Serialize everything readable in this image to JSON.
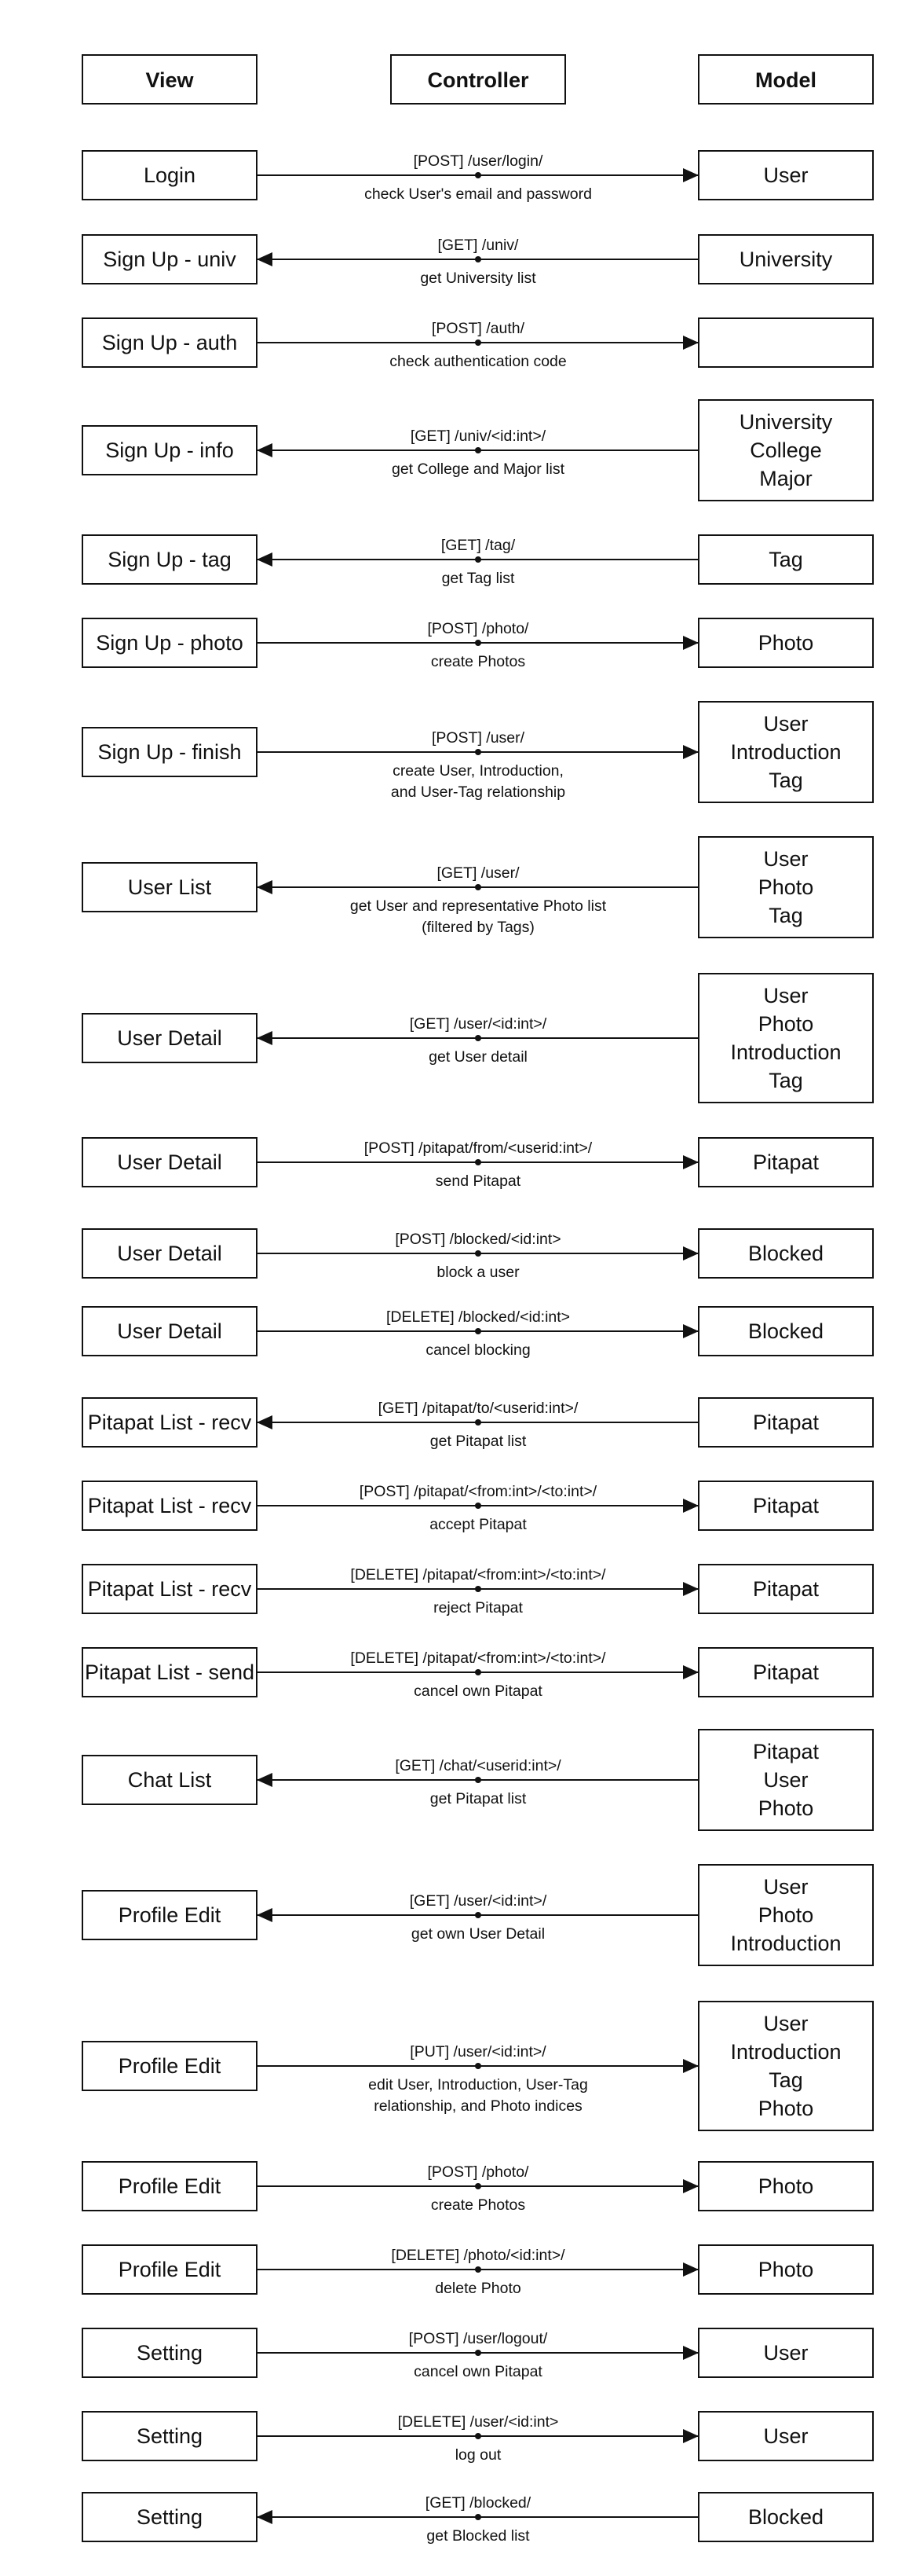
{
  "headers": {
    "view": "View",
    "controller": "Controller",
    "model": "Model"
  },
  "flows": [
    {
      "view": "Login",
      "route": "[POST] /user/login/",
      "desc": [
        "check User's email and password"
      ],
      "dir": "right",
      "model": [
        "User"
      ]
    },
    {
      "view": "Sign Up - univ",
      "route": "[GET] /univ/",
      "desc": [
        "get University list"
      ],
      "dir": "left",
      "model": [
        "University"
      ]
    },
    {
      "view": "Sign Up - auth",
      "route": "[POST] /auth/",
      "desc": [
        "check authentication code"
      ],
      "dir": "right",
      "model": []
    },
    {
      "view": "Sign Up - info",
      "route": "[GET] /univ/<id:int>/",
      "desc": [
        "get College and Major list"
      ],
      "dir": "left",
      "model": [
        "University",
        "College",
        "Major"
      ]
    },
    {
      "view": "Sign Up - tag",
      "route": "[GET] /tag/",
      "desc": [
        "get Tag list"
      ],
      "dir": "left",
      "model": [
        "Tag"
      ]
    },
    {
      "view": "Sign Up - photo",
      "route": "[POST] /photo/",
      "desc": [
        "create Photos"
      ],
      "dir": "right",
      "model": [
        "Photo"
      ]
    },
    {
      "view": "Sign Up - finish",
      "route": "[POST] /user/",
      "desc": [
        "create User, Introduction,",
        "and User-Tag relationship"
      ],
      "dir": "right",
      "model": [
        "User",
        "Introduction",
        "Tag"
      ]
    },
    {
      "view": "User List",
      "route": "[GET] /user/",
      "desc": [
        "get User and representative Photo list",
        "(filtered by Tags)"
      ],
      "dir": "left",
      "model": [
        "User",
        "Photo",
        "Tag"
      ]
    },
    {
      "view": "User Detail",
      "route": "[GET] /user/<id:int>/",
      "desc": [
        "get User detail"
      ],
      "dir": "left",
      "model": [
        "User",
        "Photo",
        "Introduction",
        "Tag"
      ]
    },
    {
      "view": "User Detail",
      "route": "[POST] /pitapat/from/<userid:int>/",
      "desc": [
        "send Pitapat"
      ],
      "dir": "right",
      "model": [
        "Pitapat"
      ]
    },
    {
      "view": "User Detail",
      "route": "[POST] /blocked/<id:int>",
      "desc": [
        "block a user"
      ],
      "dir": "right",
      "model": [
        "Blocked"
      ]
    },
    {
      "view": "User Detail",
      "route": "[DELETE] /blocked/<id:int>",
      "desc": [
        "cancel blocking"
      ],
      "dir": "right",
      "model": [
        "Blocked"
      ]
    },
    {
      "view": "Pitapat List - recv",
      "route": "[GET] /pitapat/to/<userid:int>/",
      "desc": [
        "get Pitapat list"
      ],
      "dir": "left",
      "model": [
        "Pitapat"
      ]
    },
    {
      "view": "Pitapat List - recv",
      "route": "[POST] /pitapat/<from:int>/<to:int>/",
      "desc": [
        "accept Pitapat"
      ],
      "dir": "right",
      "model": [
        "Pitapat"
      ]
    },
    {
      "view": "Pitapat List - recv",
      "route": "[DELETE] /pitapat/<from:int>/<to:int>/",
      "desc": [
        "reject Pitapat"
      ],
      "dir": "right",
      "model": [
        "Pitapat"
      ]
    },
    {
      "view": "Pitapat List - send",
      "route": "[DELETE] /pitapat/<from:int>/<to:int>/",
      "desc": [
        "cancel own Pitapat"
      ],
      "dir": "right",
      "model": [
        "Pitapat"
      ]
    },
    {
      "view": "Chat List",
      "route": "[GET] /chat/<userid:int>/",
      "desc": [
        "get Pitapat list"
      ],
      "dir": "left",
      "model": [
        "Pitapat",
        "User",
        "Photo"
      ]
    },
    {
      "view": "Profile Edit",
      "route": "[GET] /user/<id:int>/",
      "desc": [
        "get own User Detail"
      ],
      "dir": "left",
      "model": [
        "User",
        "Photo",
        "Introduction"
      ]
    },
    {
      "view": "Profile Edit",
      "route": "[PUT] /user/<id:int>/",
      "desc": [
        "edit User, Introduction, User-Tag",
        "relationship, and Photo indices"
      ],
      "dir": "right",
      "model": [
        "User",
        "Introduction",
        "Tag",
        "Photo"
      ]
    },
    {
      "view": "Profile Edit",
      "route": "[POST] /photo/",
      "desc": [
        "create Photos"
      ],
      "dir": "right",
      "model": [
        "Photo"
      ]
    },
    {
      "view": "Profile Edit",
      "route": "[DELETE] /photo/<id:int>/",
      "desc": [
        "delete Photo"
      ],
      "dir": "right",
      "model": [
        "Photo"
      ]
    },
    {
      "view": "Setting",
      "route": "[POST] /user/logout/",
      "desc": [
        "cancel own Pitapat"
      ],
      "dir": "right",
      "model": [
        "User"
      ]
    },
    {
      "view": "Setting",
      "route": "[DELETE] /user/<id:int>",
      "desc": [
        "log out"
      ],
      "dir": "right",
      "model": [
        "User"
      ]
    },
    {
      "view": "Setting",
      "route": "[GET] /blocked/",
      "desc": [
        "get Blocked list"
      ],
      "dir": "left",
      "model": [
        "Blocked"
      ]
    }
  ]
}
